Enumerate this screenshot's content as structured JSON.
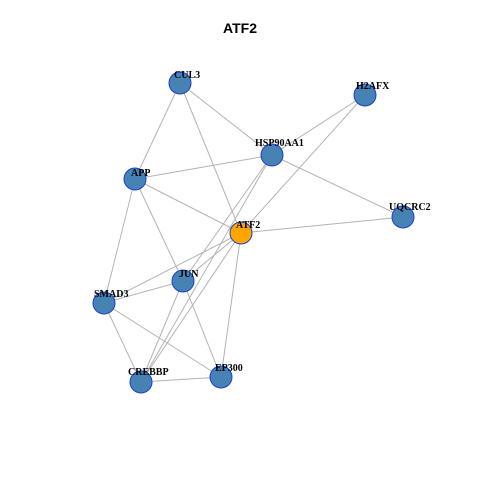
{
  "title": "ATF2",
  "colors": {
    "edge": "#b3b3b3",
    "node_default": "#4682b4",
    "node_center": "#ffa500",
    "node_stroke": "#1c3fd0"
  },
  "nodes": [
    {
      "id": "CUL3",
      "label": "CUL3",
      "center": false
    },
    {
      "id": "H2AFX",
      "label": "H2AFX",
      "center": false
    },
    {
      "id": "HSP90AA1",
      "label": "HSP90AA1",
      "center": false
    },
    {
      "id": "APP",
      "label": "APP",
      "center": false
    },
    {
      "id": "UQCRC2",
      "label": "UQCRC2",
      "center": false
    },
    {
      "id": "ATF2",
      "label": "ATF2",
      "center": true
    },
    {
      "id": "JUN",
      "label": "JUN",
      "center": false
    },
    {
      "id": "SMAD3",
      "label": "SMAD3",
      "center": false
    },
    {
      "id": "EP300",
      "label": "EP300",
      "center": false
    },
    {
      "id": "CREBBP",
      "label": "CREBBP",
      "center": false
    }
  ],
  "edges": [
    [
      "CUL3",
      "APP"
    ],
    [
      "CUL3",
      "HSP90AA1"
    ],
    [
      "CUL3",
      "ATF2"
    ],
    [
      "H2AFX",
      "HSP90AA1"
    ],
    [
      "H2AFX",
      "ATF2"
    ],
    [
      "HSP90AA1",
      "APP"
    ],
    [
      "HSP90AA1",
      "UQCRC2"
    ],
    [
      "HSP90AA1",
      "JUN"
    ],
    [
      "HSP90AA1",
      "CREBBP"
    ],
    [
      "APP",
      "ATF2"
    ],
    [
      "APP",
      "JUN"
    ],
    [
      "APP",
      "SMAD3"
    ],
    [
      "ATF2",
      "UQCRC2"
    ],
    [
      "ATF2",
      "JUN"
    ],
    [
      "ATF2",
      "SMAD3"
    ],
    [
      "ATF2",
      "EP300"
    ],
    [
      "ATF2",
      "CREBBP"
    ],
    [
      "JUN",
      "SMAD3"
    ],
    [
      "JUN",
      "EP300"
    ],
    [
      "JUN",
      "CREBBP"
    ],
    [
      "SMAD3",
      "CREBBP"
    ],
    [
      "SMAD3",
      "EP300"
    ],
    [
      "CREBBP",
      "EP300"
    ]
  ]
}
